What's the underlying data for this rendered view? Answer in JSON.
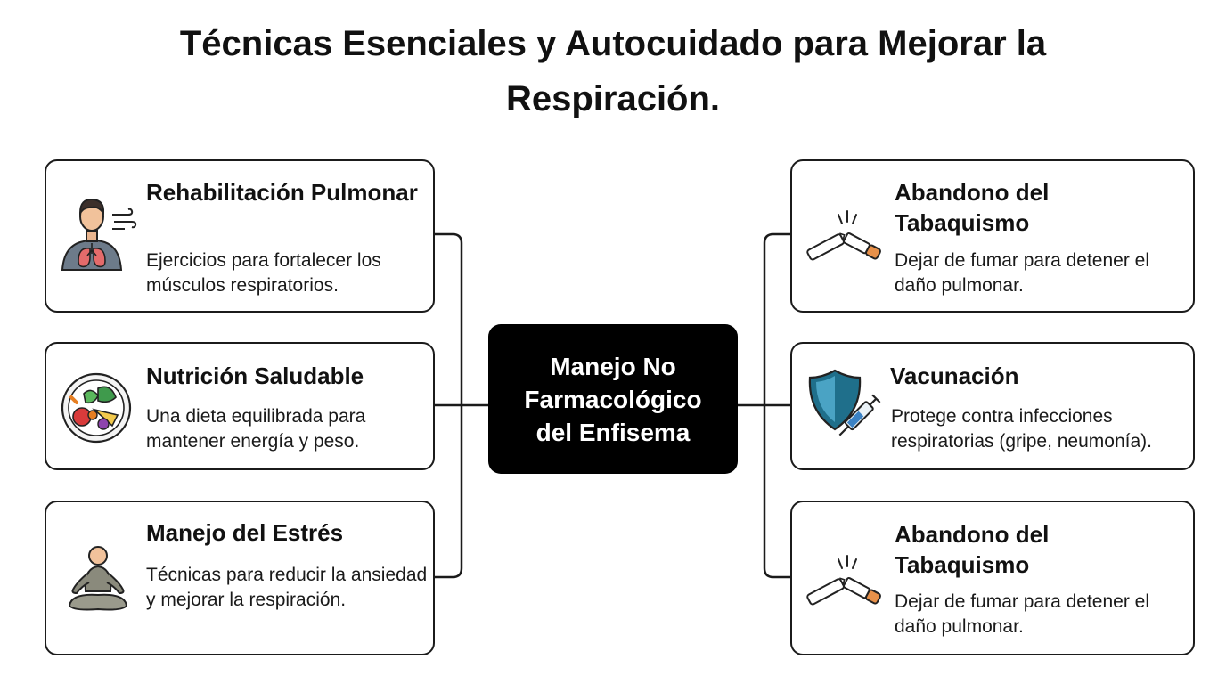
{
  "title": "Técnicas Esenciales y Autocuidado para Mejorar la Respiración.",
  "center_label": "Manejo No Farmacológico del Enfisema",
  "cards": [
    {
      "heading": "Rehabilitación Pulmonar",
      "text": "Ejercicios para fortalecer los músculos respiratorios.",
      "icon": "lungs-person-icon"
    },
    {
      "heading": "Nutrición Saludable",
      "text": "Una dieta equilibrada para mantener energía y peso.",
      "icon": "food-bowl-icon"
    },
    {
      "heading": "Manejo del Estrés",
      "text": "Técnicas para reducir la ansiedad y mejorar la respiración.",
      "icon": "meditation-icon"
    },
    {
      "heading": "Abandono del Tabaquismo",
      "text": "Dejar de fumar para detener el daño pulmonar.",
      "icon": "broken-cigarette-icon"
    },
    {
      "heading": "Vacunación",
      "text": "Protege contra infecciones respiratorias (gripe, neumonía).",
      "icon": "shield-syringe-icon"
    },
    {
      "heading": "Abandono del Tabaquismo",
      "text": "Dejar de fumar para detener el daño pulmonar.",
      "icon": "broken-cigarette-icon"
    }
  ],
  "colors": {
    "center_bg": "#000000",
    "border": "#1b1b1b",
    "shield": "#1f6f8b",
    "cigarette_tip": "#e8914a"
  }
}
